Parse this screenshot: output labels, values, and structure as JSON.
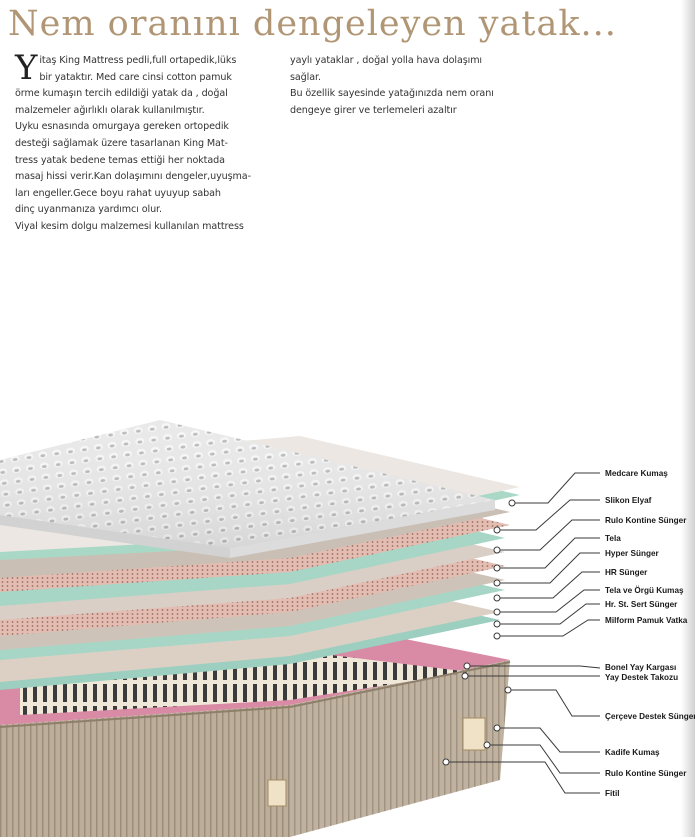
{
  "header": {
    "title": "Nem oranını dengeleyen yatak..."
  },
  "article": {
    "dropcap": "Y",
    "left_column": [
      "itaş King Mattress pedli,full ortapedik,lüks",
      "bir yataktır. Med care cinsi cotton pamuk",
      "örme kumaşın tercih edildiği yatak da , doğal",
      "malzemeler ağırlıklı olarak kullanılmıştır.",
      "Uyku esnasında omurgaya gereken ortopedik",
      "desteği sağlamak üzere tasarlanan King Mat-",
      "tress yatak bedene temas ettiği her noktada",
      "masaj hissi verir.Kan dolaşımını dengeler,uyuşma-",
      "ları engeller.Gece boyu rahat uyuyup sabah",
      "dinç uyanmanıza yardımcı olur.",
      " Viyal kesim dolgu malzemesi kullanılan mattress"
    ],
    "right_column": [
      "yaylı yataklar , doğal yolla hava dolaşımı",
      "sağlar.",
      "Bu özellik sayesinde yatağınızda nem oranı",
      "dengeye girer ve terlemeleri azaltır"
    ]
  },
  "diagram": {
    "labels": [
      "Medcare Kumaş",
      "Slikon Elyaf",
      "Rulo Kontine Sünger",
      "Tela",
      "Hyper Sünger",
      "HR Sünger",
      "Tela ve Örgü Kumaş",
      "Hr. St. Sert Sünger",
      "Milform Pamuk Vatka",
      "Bonel Yay Kargası",
      "Yay Destek Takozu",
      "Çerçeve Destek Sünger",
      "Kadife Kumaş",
      "Rulo Kontine Sünger",
      "Fitil"
    ]
  },
  "colors": {
    "title": "#b19675",
    "frame_pink": "#d98aa5",
    "base_beige": "#b7a894",
    "foam_green": "#a9d8c6",
    "foam_rose": "#e4c2b8",
    "quilt_gray": "#e8e8e8"
  }
}
